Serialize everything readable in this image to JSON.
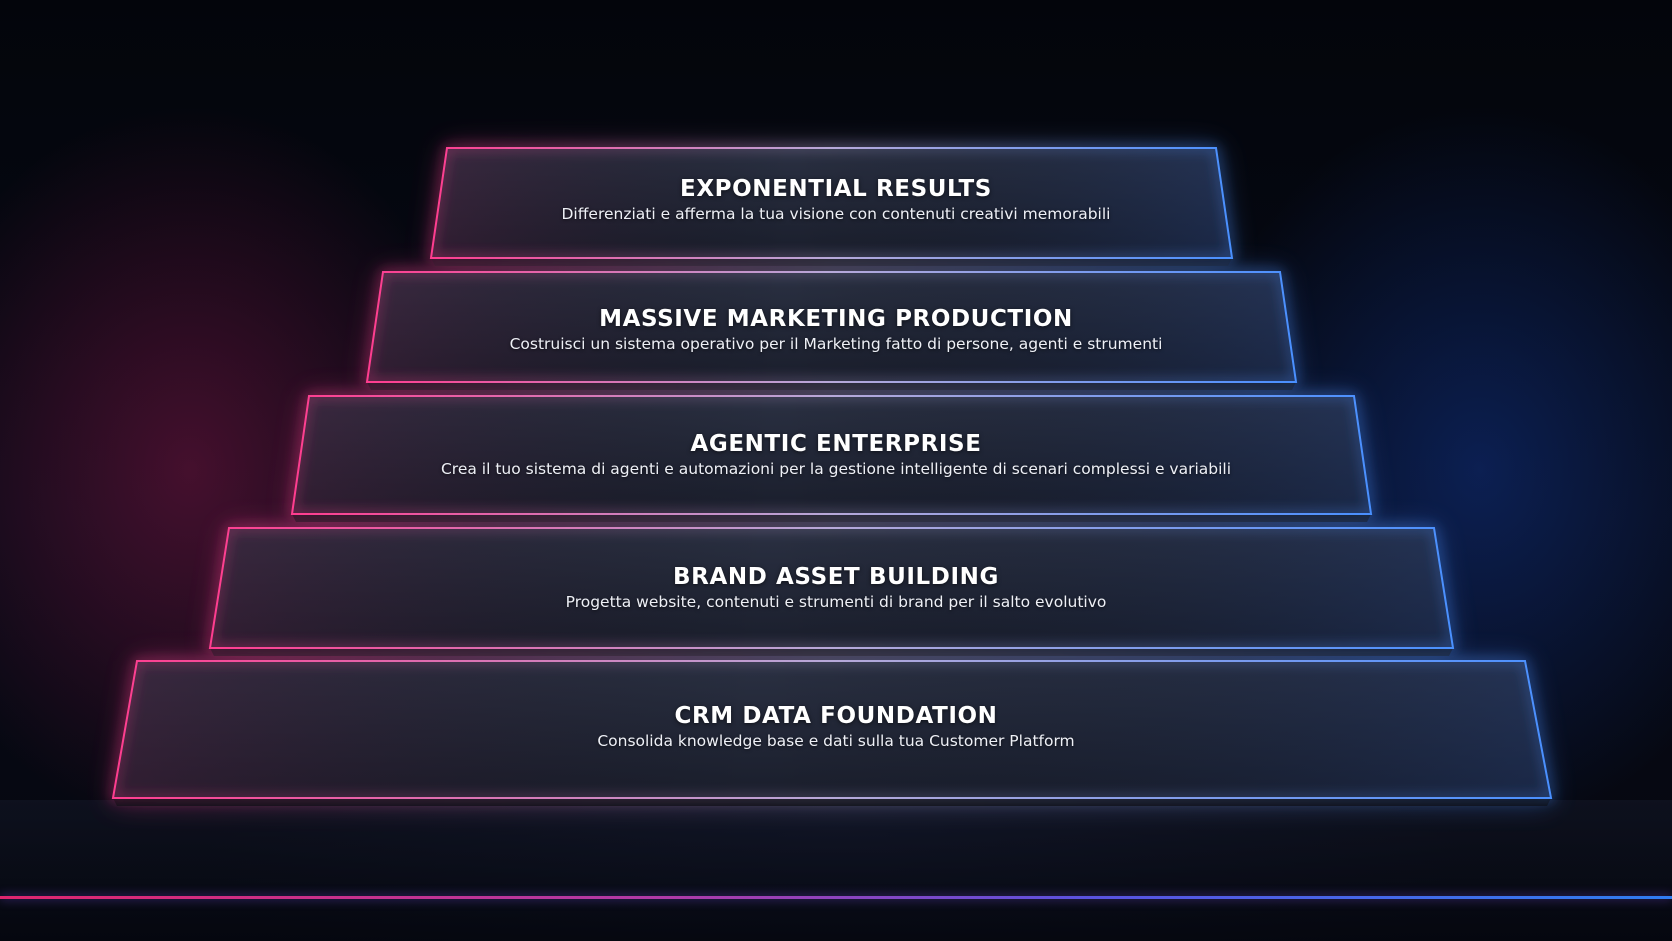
{
  "colors": {
    "left_glow": "#ff2d84",
    "right_glow": "#3d8bff",
    "block_fill": "#1d2232",
    "block_front": "#11141f",
    "title": "#ffffff"
  },
  "pyramid": {
    "levels": [
      {
        "title": "EXPONENTIAL RESULTS",
        "subtitle": "Differenziati e afferma la tua visione con contenuti creativi memorabili"
      },
      {
        "title": "MASSIVE MARKETING PRODUCTION",
        "subtitle": "Costruisci un sistema operativo per il Marketing fatto di persone, agenti e strumenti"
      },
      {
        "title": "AGENTIC ENTERPRISE",
        "subtitle": "Crea il tuo sistema di agenti e automazioni per la gestione intelligente di scenari complessi e variabili"
      },
      {
        "title": "BRAND ASSET BUILDING",
        "subtitle": "Progetta website, contenuti e strumenti di brand per il salto evolutivo"
      },
      {
        "title": "CRM DATA FOUNDATION",
        "subtitle": "Consolida knowledge base e dati sulla tua Customer Platform"
      }
    ]
  }
}
